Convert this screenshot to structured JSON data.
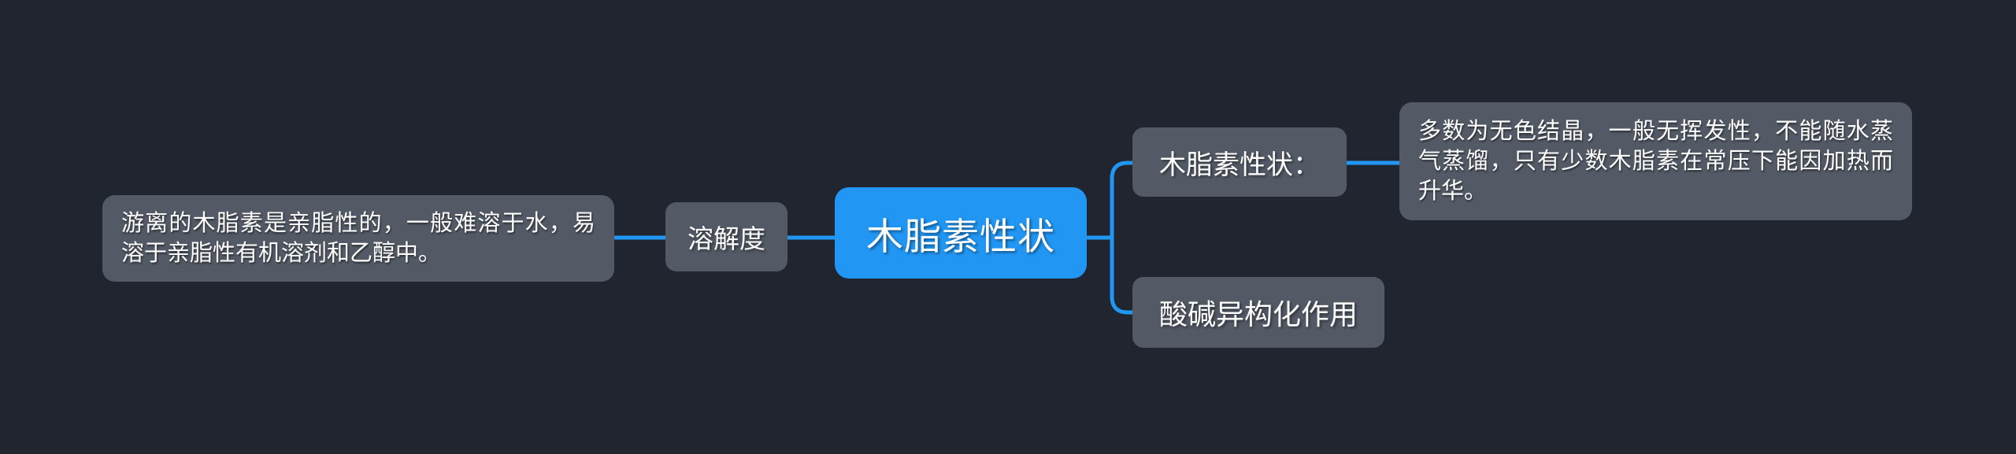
{
  "colors": {
    "canvas_bg": "#212530",
    "accent_blue": "#2196f3",
    "node_gray": "#535a66",
    "node_text": "#ffffff"
  },
  "mindmap": {
    "root": {
      "label": "木脂素性状"
    },
    "left_branch": {
      "topic": {
        "label": "溶解度"
      },
      "detail": {
        "text": "游离的木脂素是亲脂性的，一般难溶于水，易溶于亲脂性有机溶剂和乙醇中。"
      }
    },
    "right_branches": [
      {
        "topic": {
          "label": "木脂素性状："
        },
        "detail": {
          "text": "多数为无色结晶，一般无挥发性，不能随水蒸气蒸馏，只有少数木脂素在常压下能因加热而升华。"
        }
      },
      {
        "topic": {
          "label": "酸碱异构化作用"
        }
      }
    ]
  }
}
